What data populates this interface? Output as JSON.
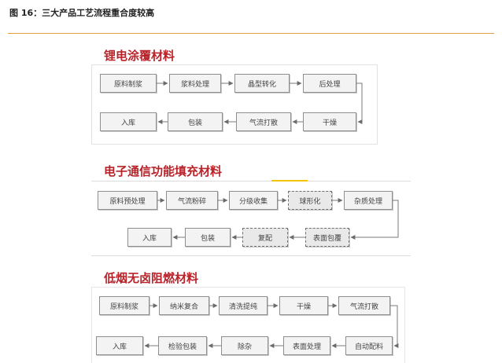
{
  "figure": {
    "caption": "图 16：三大产品工艺流程重合度较高"
  },
  "colors": {
    "accent": "#e79e3a",
    "section_title": "#b8232a",
    "highlight": "#f2c400",
    "box_fill": "#f3f3f3",
    "box_border": "#8f8f8f"
  },
  "sections": [
    {
      "title": "锂电涂覆材料",
      "steps": [
        "原料制浆",
        "浆料处理",
        "晶型转化",
        "后处理",
        "干燥",
        "气流打散",
        "包装",
        "入库"
      ]
    },
    {
      "title": "电子通信功能填充材料",
      "steps": [
        "原料预处理",
        "气流粉碎",
        "分级收集",
        "球形化",
        "杂质处理",
        "表面包覆",
        "复配",
        "包装",
        "入库"
      ],
      "dashed_steps": [
        "球形化",
        "表面包覆",
        "复配"
      ]
    },
    {
      "title": "低烟无卤阻燃材料",
      "steps": [
        "原料制浆",
        "纳米复合",
        "清洗提纯",
        "干燥",
        "气流打散",
        "自动配料",
        "表面处理",
        "除杂",
        "检验包装",
        "入库"
      ]
    }
  ]
}
